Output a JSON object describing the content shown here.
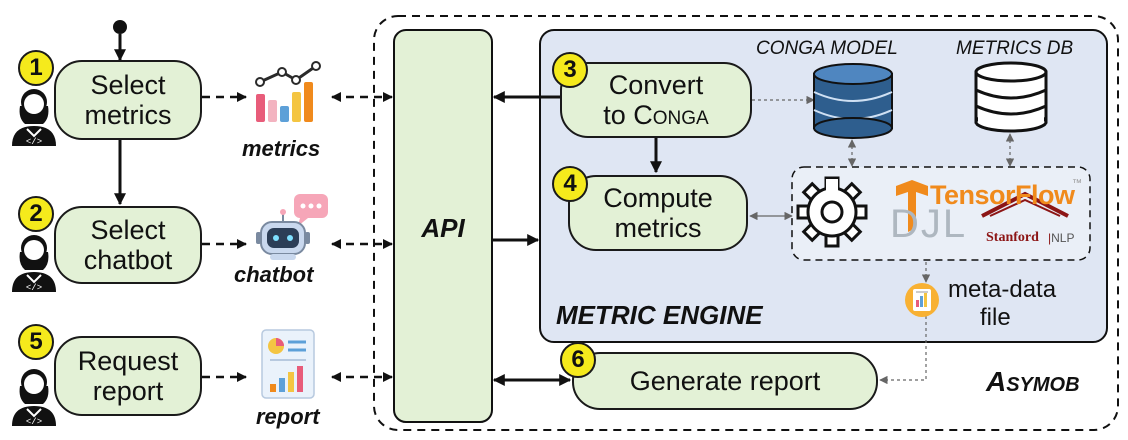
{
  "steps": [
    {
      "num": "1",
      "line1": "Select",
      "line2": "metrics"
    },
    {
      "num": "2",
      "line1": "Select",
      "line2": "chatbot"
    },
    {
      "num": "3",
      "line1": "Convert",
      "line2a": "to ",
      "line2b": "Conga"
    },
    {
      "num": "4",
      "line1": "Compute",
      "line2": "metrics"
    },
    {
      "num": "5",
      "line1": "Request",
      "line2": "report"
    },
    {
      "num": "6",
      "line1": "Generate report"
    }
  ],
  "artifacts": {
    "metrics": "metrics",
    "chatbot": "chatbot",
    "report": "report"
  },
  "api": "API",
  "engine": {
    "title": "METRIC ENGINE",
    "conga_model": "CONGA MODEL",
    "metrics_db": "METRICS DB"
  },
  "libraries": {
    "tensorflow": "TensorFlow",
    "tm": "™",
    "djl": "DJL",
    "stanford": "Stanford",
    "nlp": "NLP"
  },
  "metadata": {
    "line1": "meta-data",
    "line2": "file"
  },
  "system": "Asymob",
  "colors": {
    "node_fill": "#e3f1d6",
    "badge": "#f5ea1c",
    "engine_fill": "#dfe6f3",
    "db_blue": "#2e5e8e",
    "tf_orange": "#f08a1c",
    "stanford_red": "#8c1515"
  }
}
